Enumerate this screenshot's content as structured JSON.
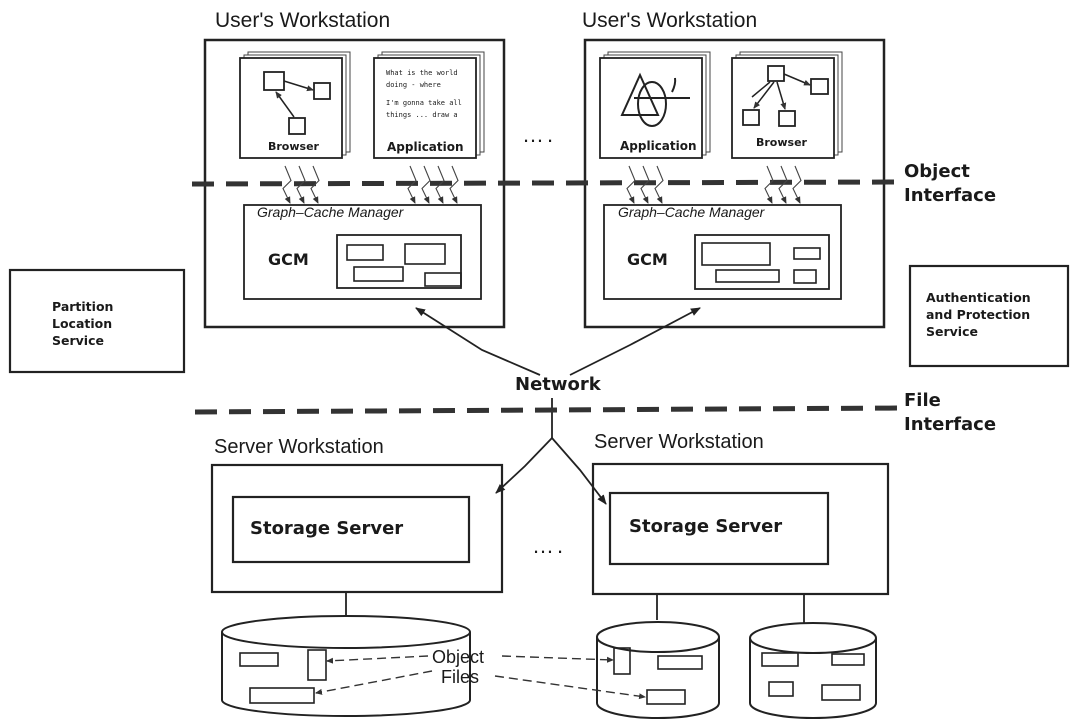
{
  "user_workstations": [
    {
      "title": "User's Workstation",
      "window_left": "Browser",
      "window_right": "Application",
      "cache_manager_label": "Graph–Cache Manager",
      "gcm_label": "GCM"
    },
    {
      "title": "User's Workstation",
      "window_left": "Application",
      "window_right": "Browser",
      "cache_manager_label": "Graph–Cache Manager",
      "gcm_label": "GCM"
    }
  ],
  "app_window_text": [
    "What is the world",
    "doing - where",
    "I'm gonna take all",
    "things ... draw a"
  ],
  "ellipsis_top": "….",
  "ellipsis_bottom": "….",
  "interfaces": {
    "object": [
      "Object",
      "Interface"
    ],
    "file": [
      "File",
      "Interface"
    ]
  },
  "side_services": {
    "partition": [
      "Partition",
      "Location",
      "Service"
    ],
    "authentication": [
      "Authentication",
      "and Protection",
      "Service"
    ]
  },
  "network_label": "Network",
  "server_workstations": [
    {
      "title": "Server Workstation",
      "storage_label": "Storage Server"
    },
    {
      "title": "Server Workstation",
      "storage_label": "Storage Server"
    }
  ],
  "object_files_label": [
    "Object",
    "Files"
  ]
}
